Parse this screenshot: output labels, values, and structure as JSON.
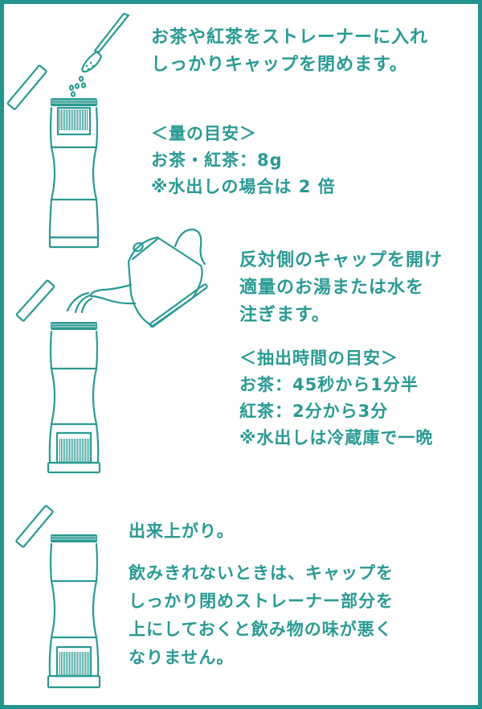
{
  "theme": {
    "accent": "#2a9a93",
    "border": "#23958e",
    "background": "#ffffff"
  },
  "steps": [
    {
      "illustration": "bottle-with-spoon-adding-tea-leaves",
      "lines": [
        "お茶や紅茶をストレーナーに入れ",
        "しっかりキャップを閉めます。"
      ],
      "note": {
        "heading": "＜量の目安＞",
        "lines": [
          "お茶・紅茶：8g",
          "※水出しの場合は 2 倍"
        ]
      }
    },
    {
      "illustration": "teapot-pouring-water-into-bottle",
      "lines": [
        "反対側のキャップを開け",
        "適量のお湯または水を",
        "注ぎます。"
      ],
      "note": {
        "heading": "＜抽出時間の目安＞",
        "lines": [
          "お茶：45秒から1分半",
          "紅茶：2分から3分",
          "※水出しは冷蔵庫で一晩"
        ]
      }
    },
    {
      "illustration": "finished-bottle-with-cap",
      "title": "出来上がり。",
      "lines": [
        "飲みきれないときは、キャップを",
        "しっかり閉めストレーナー部分を",
        "上にしておくと飲み物の味が悪く",
        "なりません。"
      ]
    }
  ]
}
